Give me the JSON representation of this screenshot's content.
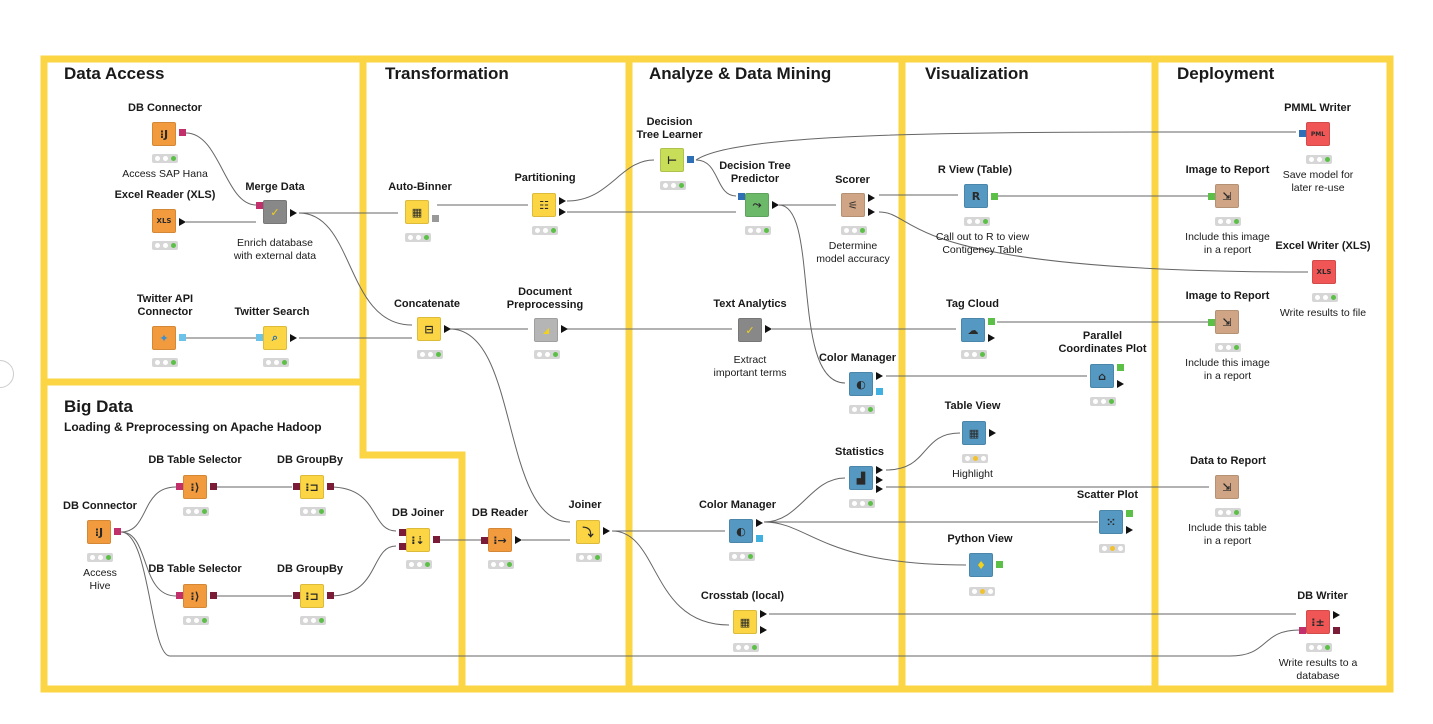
{
  "colors": {
    "frame": "#fbd544",
    "wire": "#666666",
    "source": "#f29b3e",
    "manip": "#fbd544",
    "learner": "#c8dd58",
    "predictor": "#6db96a",
    "other": "#cfa585",
    "view": "#5598c2",
    "writer": "#ef5655",
    "meta": "#888888",
    "grey": "#b5b5b5"
  },
  "sections": {
    "data_access": {
      "title": "Data Access"
    },
    "transformation": {
      "title": "Transformation"
    },
    "analyze": {
      "title": "Analyze & Data Mining"
    },
    "visualization": {
      "title": "Visualization"
    },
    "deployment": {
      "title": "Deployment"
    },
    "big_data": {
      "title": "Big Data",
      "subtitle": "Loading & Preprocessing on Apache Hadoop"
    }
  },
  "nodes": {
    "db_connector": {
      "label": "DB Connector",
      "desc": "Access SAP Hana",
      "icon": "db-icon"
    },
    "excel_reader": {
      "label": "Excel Reader (XLS)",
      "desc": "",
      "icon": "xls-icon"
    },
    "merge_data": {
      "label": "Merge Data",
      "desc": "Enrich database\nwith external data",
      "icon": "check-icon"
    },
    "twitter_api": {
      "label": "Twitter API\nConnector",
      "desc": "",
      "icon": "twitter-icon"
    },
    "twitter_search": {
      "label": "Twitter Search",
      "desc": "",
      "icon": "search-icon"
    },
    "auto_binner": {
      "label": "Auto-Binner",
      "desc": "",
      "icon": "binner-icon"
    },
    "partitioning": {
      "label": "Partitioning",
      "desc": "",
      "icon": "partition-icon"
    },
    "concatenate": {
      "label": "Concatenate",
      "desc": "",
      "icon": "concat-icon"
    },
    "doc_preproc": {
      "label": "Document\nPreprocessing",
      "desc": "",
      "icon": "doc-icon"
    },
    "db_reader": {
      "label": "DB Reader",
      "desc": "",
      "icon": "db-reader-icon"
    },
    "joiner": {
      "label": "Joiner",
      "desc": "",
      "icon": "joiner-icon"
    },
    "dt_learner": {
      "label": "Decision\nTree Learner",
      "desc": "",
      "icon": "tree-icon"
    },
    "dt_predictor": {
      "label": "Decision Tree\nPredictor",
      "desc": "",
      "icon": "predict-icon"
    },
    "scorer": {
      "label": "Scorer",
      "desc": "Determine\nmodel accuracy",
      "icon": "scorer-icon"
    },
    "text_analytics": {
      "label": "Text Analytics",
      "desc": "Extract\nimportant terms",
      "icon": "check-icon"
    },
    "color_manager_1": {
      "label": "Color Manager",
      "desc": "",
      "icon": "color-icon"
    },
    "statistics": {
      "label": "Statistics",
      "desc": "",
      "icon": "stats-icon"
    },
    "color_manager_2": {
      "label": "Color Manager",
      "desc": "",
      "icon": "color-icon"
    },
    "crosstab": {
      "label": "Crosstab (local)",
      "desc": "",
      "icon": "table-icon"
    },
    "r_view": {
      "label": "R View (Table)",
      "desc": "Call out to R to view\nContigency Table",
      "icon": "r-icon"
    },
    "tag_cloud": {
      "label": "Tag Cloud",
      "desc": "",
      "icon": "cloud-icon"
    },
    "parallel_coords": {
      "label": "Parallel\nCoordinates Plot",
      "desc": "",
      "icon": "parallel-icon"
    },
    "table_view": {
      "label": "Table View",
      "desc": "Highlight",
      "icon": "table-icon"
    },
    "scatter_plot": {
      "label": "Scatter Plot",
      "desc": "",
      "icon": "scatter-icon"
    },
    "python_view": {
      "label": "Python View",
      "desc": "",
      "icon": "python-icon"
    },
    "pmml_writer": {
      "label": "PMML Writer",
      "desc": "Save model for\nlater re-use",
      "icon": "pmml-icon"
    },
    "image_report_1": {
      "label": "Image to Report",
      "desc": "Include this image\nin a report",
      "icon": "report-icon"
    },
    "excel_writer": {
      "label": "Excel Writer (XLS)",
      "desc": "Write results to file",
      "icon": "xls-icon"
    },
    "image_report_2": {
      "label": "Image to Report",
      "desc": "Include this image\nin a report",
      "icon": "report-icon"
    },
    "data_report": {
      "label": "Data to Report",
      "desc": "Include this table\nin a report",
      "icon": "report-icon"
    },
    "db_writer": {
      "label": "DB Writer",
      "desc": "Write results to a\ndatabase",
      "icon": "db-writer-icon"
    },
    "bd_db_connector": {
      "label": "DB Connector",
      "desc": "Access\nHive",
      "icon": "db-icon"
    },
    "db_table_sel_1": {
      "label": "DB Table Selector",
      "desc": "",
      "icon": "db-select-icon"
    },
    "db_groupby_1": {
      "label": "DB GroupBy",
      "desc": "",
      "icon": "db-group-icon"
    },
    "db_table_sel_2": {
      "label": "DB Table Selector",
      "desc": "",
      "icon": "db-select-icon"
    },
    "db_groupby_2": {
      "label": "DB GroupBy",
      "desc": "",
      "icon": "db-group-icon"
    },
    "db_joiner": {
      "label": "DB Joiner",
      "desc": "",
      "icon": "db-join-icon"
    }
  }
}
